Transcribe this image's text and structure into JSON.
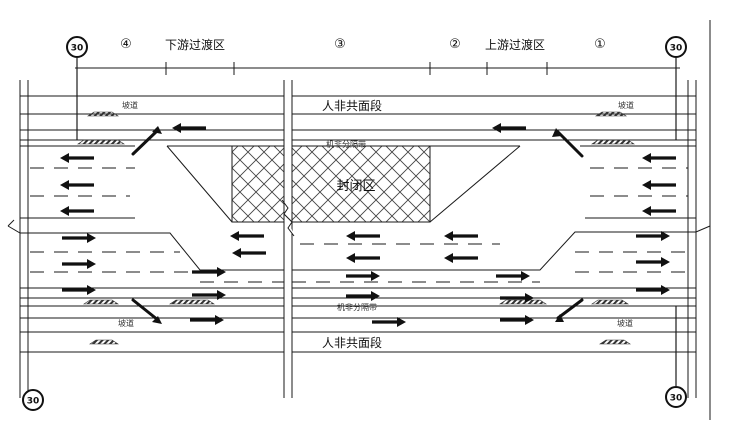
{
  "labels": {
    "downstream_transition": "下游过渡区",
    "upstream_transition": "上游过渡区",
    "mixed_segment_top": "人非共面段",
    "mixed_segment_bottom": "人非共面段",
    "closed_zone": "封闭区",
    "divider_top": "机非分隔带",
    "divider_bottom": "机非分隔带",
    "ramp": "坡道"
  },
  "zone_numbers": [
    "④",
    "③",
    "②",
    "①"
  ],
  "speed_sign": "30",
  "colors": {
    "line": "#1a1a1a",
    "hatch": "#555555",
    "background": "#ffffff"
  }
}
